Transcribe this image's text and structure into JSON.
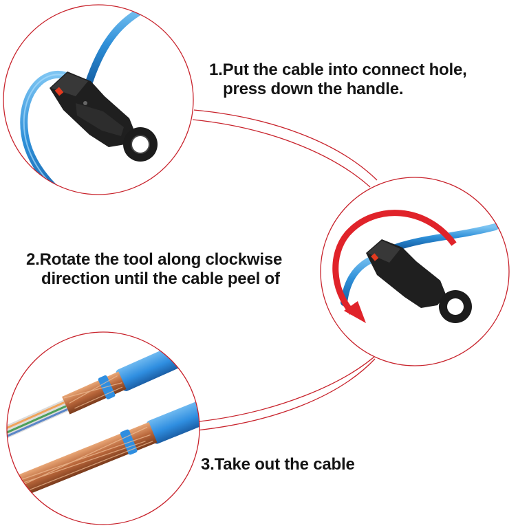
{
  "steps": [
    {
      "number": "1",
      "line1": "1.Put the cable into connect hole,",
      "line2": "press down the handle."
    },
    {
      "number": "2",
      "line1": "2.Rotate the tool along clockwise",
      "line2": "direction until the cable peel of"
    },
    {
      "number": "3",
      "line1": "3.Take out the cable"
    }
  ],
  "colors": {
    "circle_border": "#c8232c",
    "rotate_arrow": "#e0232a",
    "cable_blue": "#2e8fd8",
    "tool_black": "#1c1c1c",
    "copper": "#c77a4a",
    "text": "#141414"
  },
  "icons": [
    "stripper-tool-icon",
    "cable-icon",
    "clockwise-arrow-icon",
    "stripped-cable-icon"
  ]
}
